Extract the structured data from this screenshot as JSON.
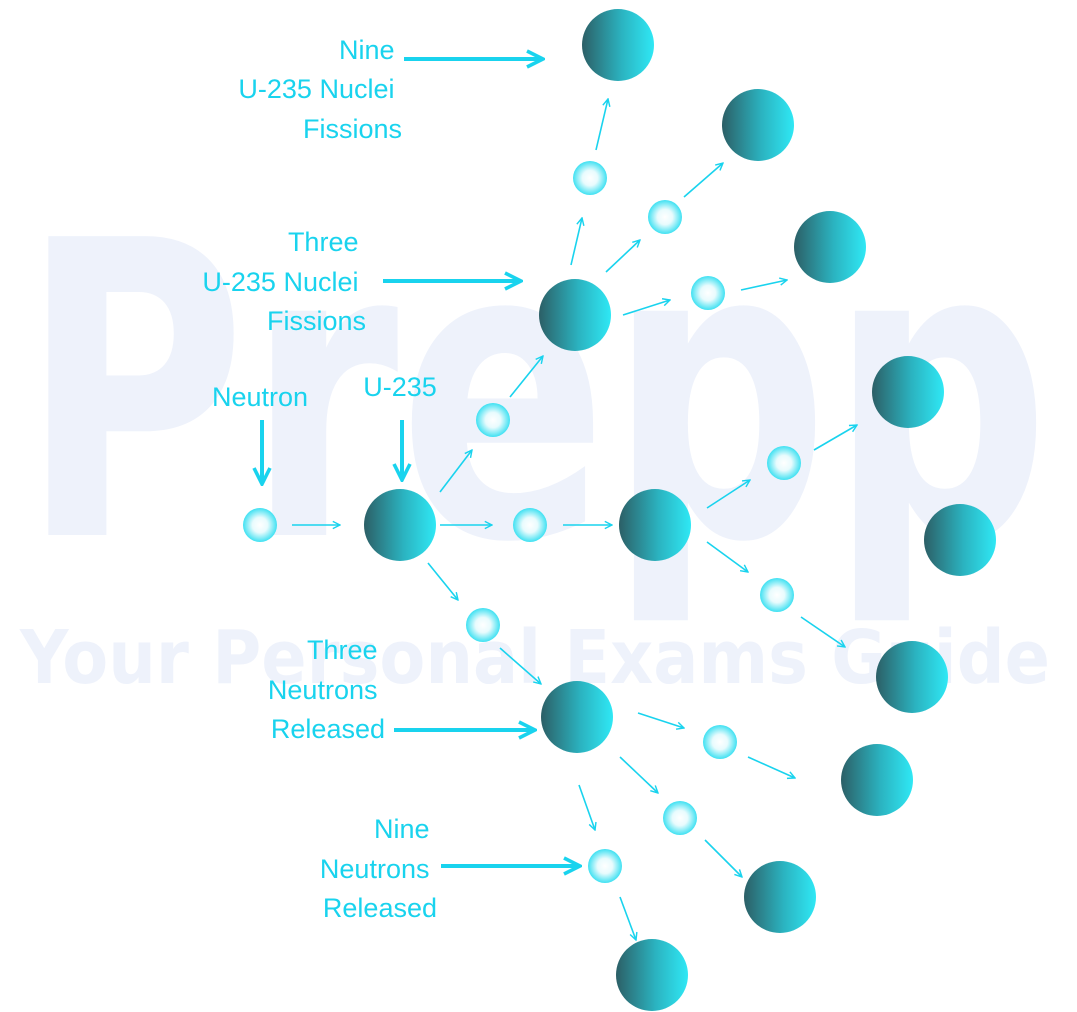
{
  "watermark": {
    "brand": "Prepp",
    "tagline": "Your Personal Exams Guide"
  },
  "labels": {
    "neutron": "Neutron",
    "u235": "U-235",
    "three_fissions": [
      "Three",
      "U-235 Nuclei",
      "Fissions"
    ],
    "nine_fissions": [
      "Nine",
      "U-235 Nuclei",
      "Fissions"
    ],
    "three_neutrons": [
      "Three",
      "Neutrons",
      "Released"
    ],
    "nine_neutrons": [
      "Nine",
      "Neutrons",
      "Released"
    ]
  },
  "colors": {
    "accent": "#19d3ee",
    "nucleus_dark": "#2c5f66",
    "nucleus_light": "#2fe6f4",
    "neutron_core": "#ffffff",
    "neutron_edge": "#3fe1f2",
    "watermark": "#eef2fb"
  }
}
